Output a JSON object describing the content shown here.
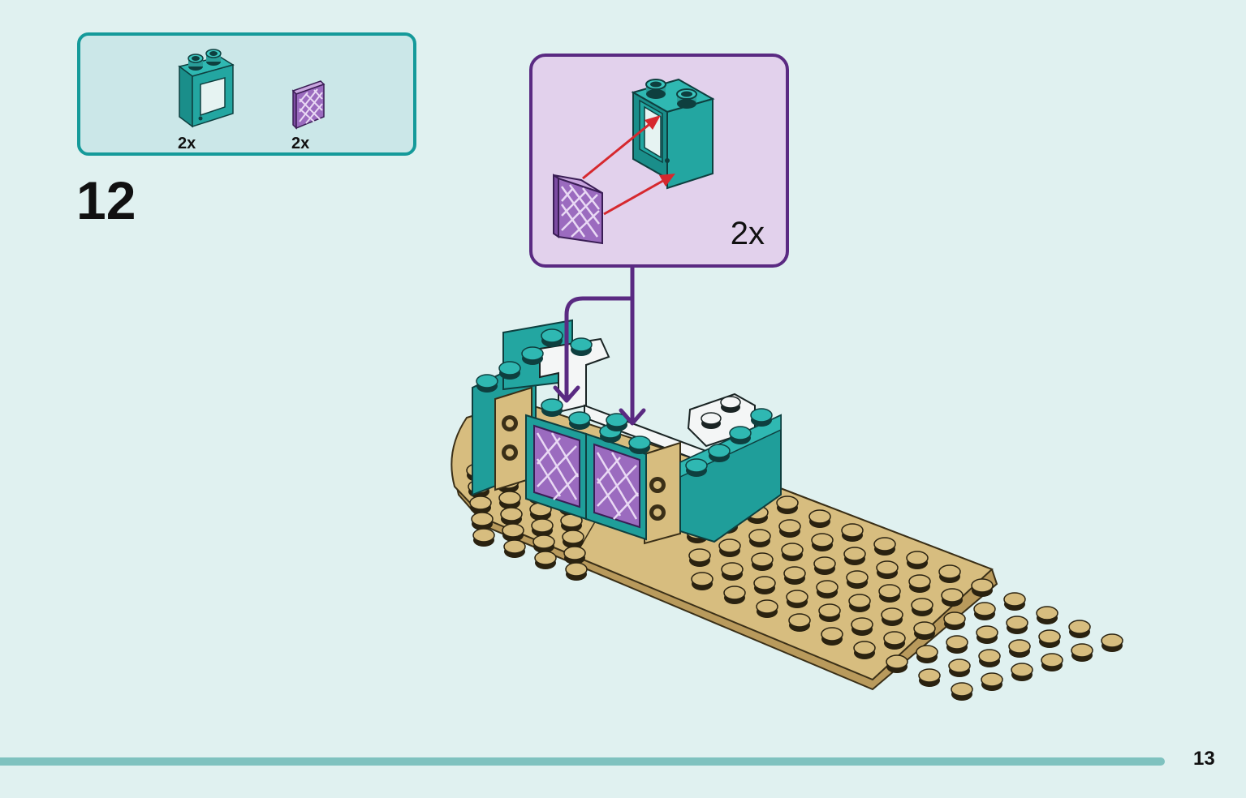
{
  "parts_list": {
    "items": [
      {
        "name": "teal-window-frame",
        "quantity": "2x",
        "color": "#1f9e9a"
      },
      {
        "name": "purple-lattice-pane",
        "quantity": "2x",
        "color": "#9b6bbf"
      }
    ]
  },
  "step": {
    "number": "12"
  },
  "callout": {
    "quantity": "2x"
  },
  "page": {
    "number": "13"
  },
  "colors": {
    "background": "#e0f1f0",
    "parts_border": "#159a9a",
    "callout_border": "#5a2a82",
    "callout_fill": "#e2d1ec",
    "teal": "#1f9e9a",
    "tan": "#d7bd7f",
    "purple": "#9b6bbf",
    "arrow_red": "#d6282e",
    "footer_bar": "#7fc2bf"
  }
}
